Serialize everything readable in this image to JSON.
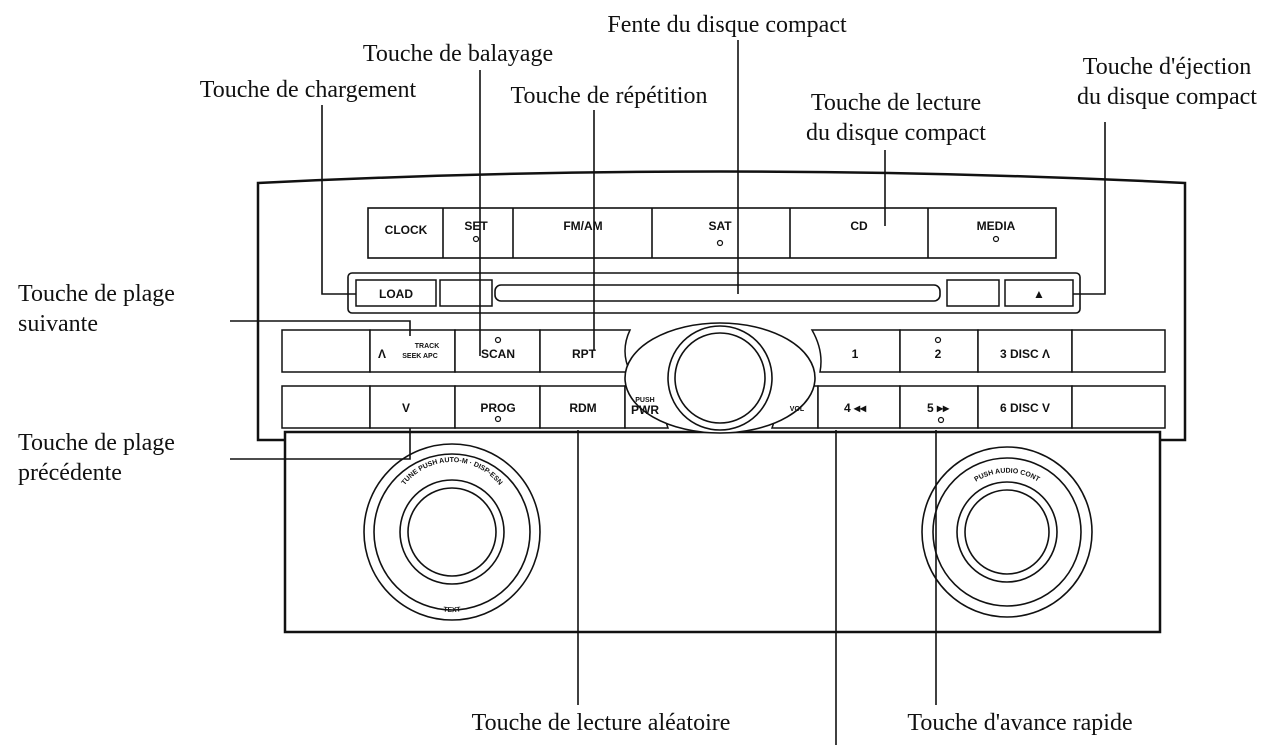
{
  "callouts": {
    "slot": "Fente du disque compact",
    "scan": "Touche de balayage",
    "load": "Touche de chargement",
    "repeat": "Touche de répétition",
    "play_l1": "Touche de lecture",
    "play_l2": "du disque compact",
    "eject_l1": "Touche d'éjection",
    "eject_l2": "du disque compact",
    "next_l1": "Touche de plage",
    "next_l2": "suivante",
    "prev_l1": "Touche de plage",
    "prev_l2": "précédente",
    "random": "Touche de lecture aléatoire",
    "ff": "Touche d'avance rapide"
  },
  "buttons": {
    "clock": "CLOCK",
    "set": "SET",
    "fmam": "FM/AM",
    "sat": "SAT",
    "cd": "CD",
    "media": "MEDIA",
    "load": "LOAD",
    "eject": "▲",
    "track_top": "TRACK",
    "track_bottom": "SEEK APC",
    "up": "Λ",
    "scan": "SCAN",
    "rpt": "RPT",
    "p1": "1",
    "p2": "2",
    "p3": "3 DISC Λ",
    "down": "V",
    "prog": "PROG",
    "rdm": "RDM",
    "push": "PUSH",
    "pwr": "PWR",
    "vol": "VOL",
    "p4": "4 ◂◂",
    "p5": "5 ▸▸",
    "p6": "6 DISC V"
  },
  "knobs": {
    "left_top": "TUNE PUSH AUTO-M · DISP-ESN",
    "left_bottom": "TEXT",
    "right_top": "PUSH AUDIO CONT"
  }
}
